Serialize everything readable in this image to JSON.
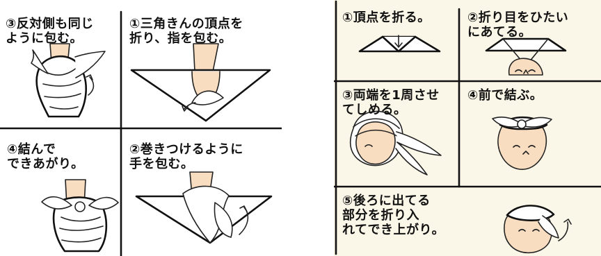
{
  "left_panel": {
    "steps": [
      {
        "id": "step-3",
        "text": "③反対側も同じ\nように包む。"
      },
      {
        "id": "step-1",
        "text": "①三角きんの頂点を\n折り、指を包む。"
      },
      {
        "id": "step-4",
        "text": "④結んで\nできあがり。"
      },
      {
        "id": "step-2",
        "text": "②巻きつけるように\n手を包む。"
      }
    ]
  },
  "right_panel": {
    "steps": [
      {
        "id": "step-1",
        "text": "①頂点を折る。"
      },
      {
        "id": "step-2",
        "text": "②折り目をひたい\nにあてる。"
      },
      {
        "id": "step-3",
        "text": "③両端を1周させ\nてしめる。"
      },
      {
        "id": "step-4",
        "text": "④前で結ぶ。"
      },
      {
        "id": "step-5",
        "text": "⑤後ろに出てる\n部分を折り入\nれてでき上がり。"
      }
    ]
  },
  "colors": {
    "left_background": "#ffffff",
    "right_background": "#fbf7e8",
    "ink": "#111111",
    "skin": "#f8ddc0"
  }
}
